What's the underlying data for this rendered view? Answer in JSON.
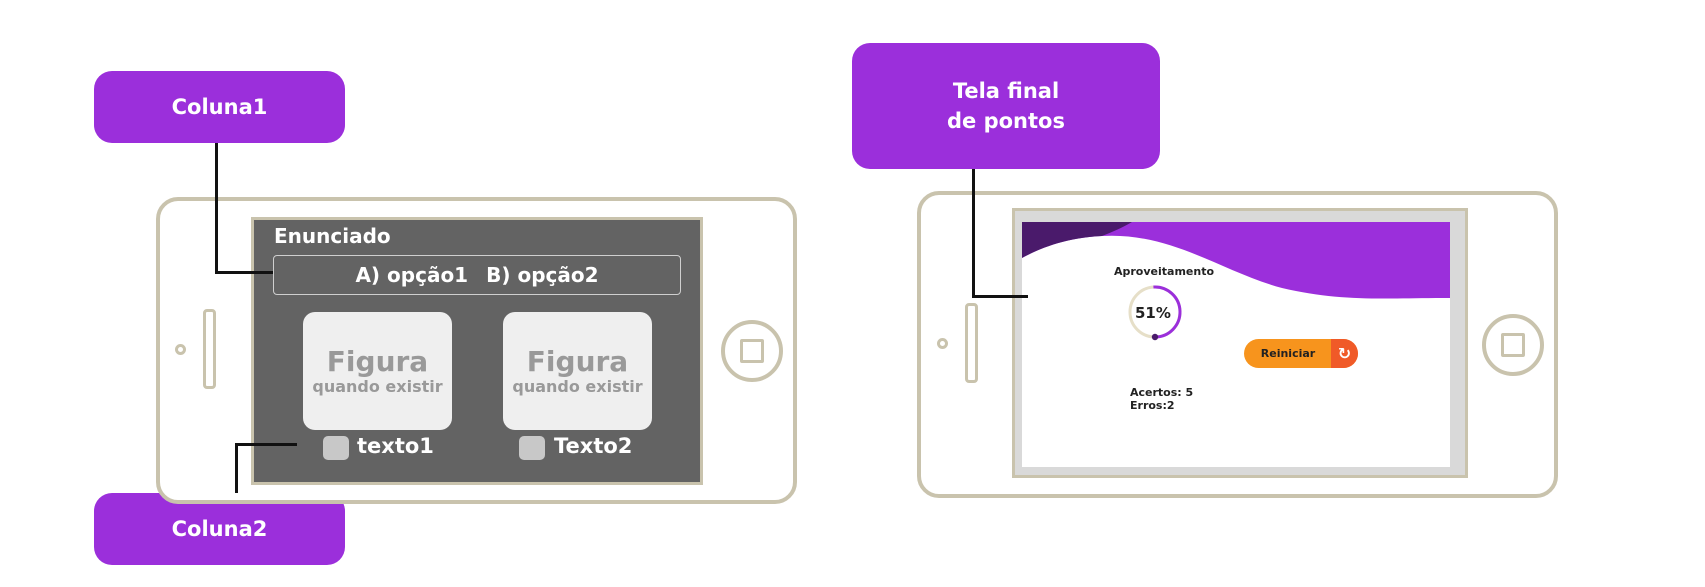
{
  "callouts": {
    "coluna1": "Coluna1",
    "coluna2": "Coluna2",
    "tela_final": "Tela final\nde pontos"
  },
  "left_screen": {
    "enunciado": "Enunciado",
    "option_a": "A) opção1",
    "option_b": "B) opção2",
    "figures": [
      {
        "title": "Figura",
        "subtitle": "quando existir"
      },
      {
        "title": "Figura",
        "subtitle": "quando existir"
      }
    ],
    "choices": [
      "texto1",
      "Texto2"
    ]
  },
  "right_screen": {
    "aproveitamento_label": "Aproveitamento",
    "percent": "51%",
    "percent_value": 51,
    "reiniciar_label": "Reiniciar",
    "reiniciar_icon": "refresh-icon",
    "acertos": "Acertos: 5",
    "erros": "Erros:2"
  },
  "colors": {
    "callout_purple": "#9b2fdb",
    "header_purple": "#9b2fdb",
    "header_dark_purple": "#4a1a6b",
    "phone_frame": "#c9c3ad",
    "screen_gray": "#636363",
    "button_orange": "#f7941d",
    "button_icon_orange": "#f05a28"
  }
}
